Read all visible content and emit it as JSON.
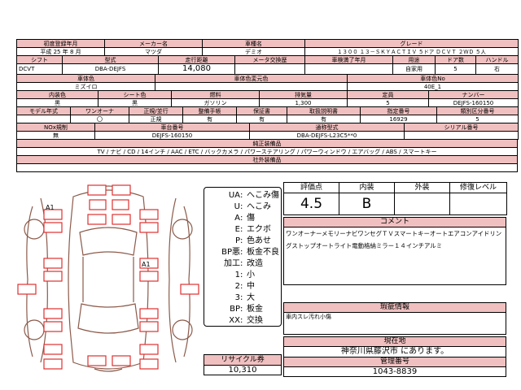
{
  "top": {
    "headers": [
      "初度登録年月",
      "メーカー名",
      "車種名",
      "グレード"
    ],
    "values": [
      "平成 25 年 8 月",
      "マツダ",
      "デミオ",
      "１３００ １３－ＳＫＹＡＣＴＩＶ ５ドア ＤＣＶＴ ２ＷＤ ５人"
    ]
  },
  "row2": {
    "headers": [
      "シフト",
      "型式",
      "走行距離",
      "メータ交換歴",
      "車検満了年月",
      "用途",
      "ドア数",
      "ハンドル"
    ],
    "values": [
      "DCVT",
      "DBA-DEJFS",
      "14,080",
      "",
      "",
      "自家用",
      "5",
      "右"
    ]
  },
  "row3": {
    "headers": [
      "車体色",
      "車体色変元色",
      "車体色No"
    ],
    "values": [
      "ミズイロ",
      "",
      "40E_1"
    ]
  },
  "row4": {
    "headers": [
      "内装色",
      "シート色",
      "燃料",
      "排気量",
      "定員",
      "ナンバー"
    ],
    "values": [
      "黒",
      "黒",
      "ガソリン",
      "1,300",
      "5",
      "DEJFS-160150"
    ]
  },
  "row5": {
    "headers": [
      "モデル年式",
      "ワンオーナ",
      "正規/並行",
      "整備手帳",
      "保証書",
      "取扱説明書",
      "指定番号",
      "類別区分番号"
    ],
    "values": [
      "",
      "〇",
      "正規",
      "有",
      "有",
      "有",
      "16929",
      "5"
    ]
  },
  "row6": {
    "headers": [
      "NOx規制",
      "車台番号",
      "通称型式",
      "シリアル番号"
    ],
    "values": [
      "無",
      "DEJFS-160150",
      "DBA-DEJFS-L23C5**0",
      ""
    ]
  },
  "equip": {
    "header": "純正装備品",
    "value": "TV / ナビ / CD / 14インチ / AAC / ETC / バックカメラ / パワーステアリング / パワーウィンドウ / エアバッグ / ABS / スマートキー"
  },
  "aftermarket": {
    "header": "社外装備品",
    "value": ""
  },
  "legend": [
    {
      "k": "UA",
      "v": "へこみ傷"
    },
    {
      "k": "U",
      "v": "へこみ"
    },
    {
      "k": "A",
      "v": "傷"
    },
    {
      "k": "E",
      "v": "エクボ"
    },
    {
      "k": "P",
      "v": "色あせ"
    },
    {
      "k": "BP悪",
      "v": "板金不良"
    },
    {
      "k": "加工",
      "v": "改造"
    },
    {
      "k": "1",
      "v": "小"
    },
    {
      "k": "2",
      "v": "中"
    },
    {
      "k": "3",
      "v": "大"
    },
    {
      "k": "BP",
      "v": "板金"
    },
    {
      "k": "XX",
      "v": "交換"
    }
  ],
  "recycle": {
    "label": "リサイクル券",
    "value": "10,310"
  },
  "grades": {
    "headers": [
      "評価点",
      "内装",
      "外装",
      "修復レベル"
    ],
    "values": [
      "4.5",
      "B",
      "",
      ""
    ]
  },
  "comment": {
    "label": "コメント",
    "text": "ワンオーナーメモリーナビワンセグＴＶスマートキーオートエアコンアイドリングストップオートライト電動格納ミラー１４インチアルミ"
  },
  "defect": {
    "label": "瑕疵情報",
    "text": "車内スレ汚れ小傷"
  },
  "location": {
    "label": "現在地",
    "text": "神奈川県藤沢市 にあります。"
  },
  "manage": {
    "label": "管理番号",
    "text": "1043-8839"
  },
  "diagram": {
    "marks": [
      "A1",
      "A1"
    ]
  },
  "colors": {
    "header_bg": "#f0c0c0",
    "car_line": "#8b5a4a",
    "mark_red": "#e03030"
  }
}
